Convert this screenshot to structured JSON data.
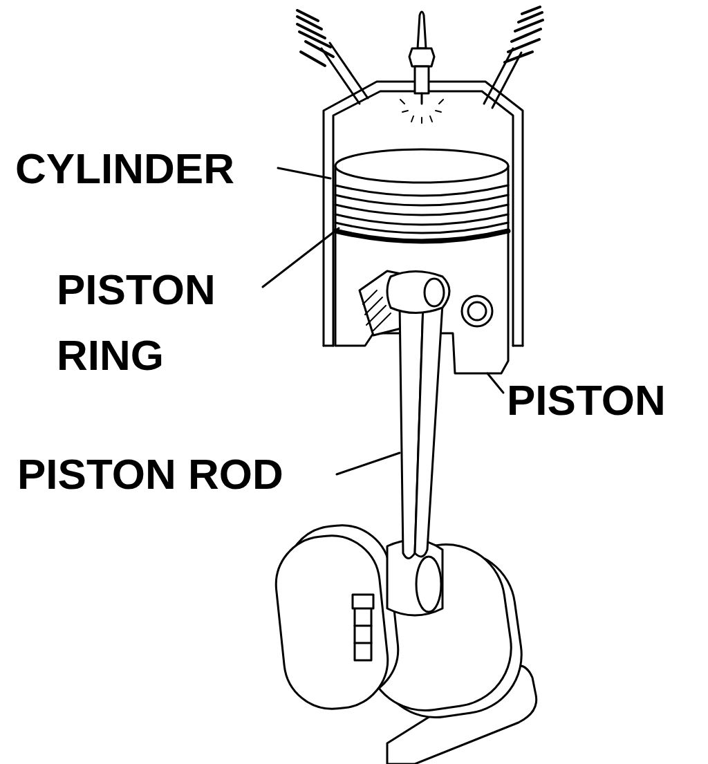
{
  "diagram": {
    "labels": [
      "CYLINDER",
      "PISTON RING",
      "PISTON",
      "PISTON ROD"
    ]
  }
}
